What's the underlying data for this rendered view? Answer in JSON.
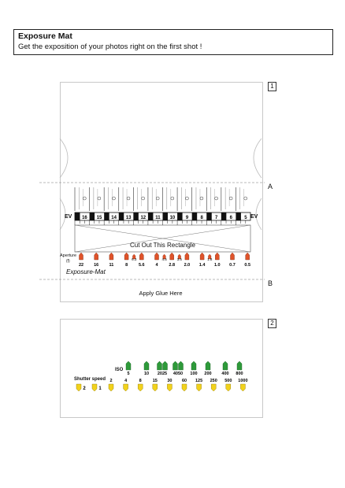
{
  "header": {
    "title": "Exposure Mat",
    "subtitle": "Get the exposition of your photos right on the first shot !"
  },
  "panel1": {
    "number": "1",
    "fold_a": "A",
    "fold_b": "B",
    "ev_label": "EV",
    "ev_values": [
      "16",
      "15",
      "14",
      "13",
      "12",
      "11",
      "10",
      "9",
      "8",
      "7",
      "6",
      "5"
    ],
    "cutout_text": "Cut Out This Rectangle",
    "aperture_label": "Aperture",
    "aperture_unit": "(f)",
    "aperture_values": [
      "22",
      "16",
      "11",
      "8",
      "5.6",
      "4",
      "2.8",
      "2.0",
      "1.4",
      "1.0",
      "0.7",
      "0.5"
    ],
    "aperture_small": [
      "6.3",
      "4.5",
      "3.5",
      "1.8"
    ],
    "brand": "Exposure-Mat",
    "glue_text": "Apply Glue Here"
  },
  "panel2": {
    "number": "2",
    "iso_label": "ISO",
    "iso_values": [
      "5",
      "10",
      "2025",
      "4050",
      "100",
      "200",
      "400",
      "800"
    ],
    "shutter_label": "Shutter speed",
    "shutter_values": [
      "2",
      "4",
      "8",
      "15",
      "30",
      "60",
      "125",
      "250",
      "500",
      "1000"
    ],
    "shutter_extra": [
      "2",
      "1"
    ]
  },
  "colors": {
    "ev_black": "#111111",
    "aperture_marker": "#e0532a",
    "iso_marker": "#2e9a3a",
    "shutter_marker": "#f2d21c"
  }
}
